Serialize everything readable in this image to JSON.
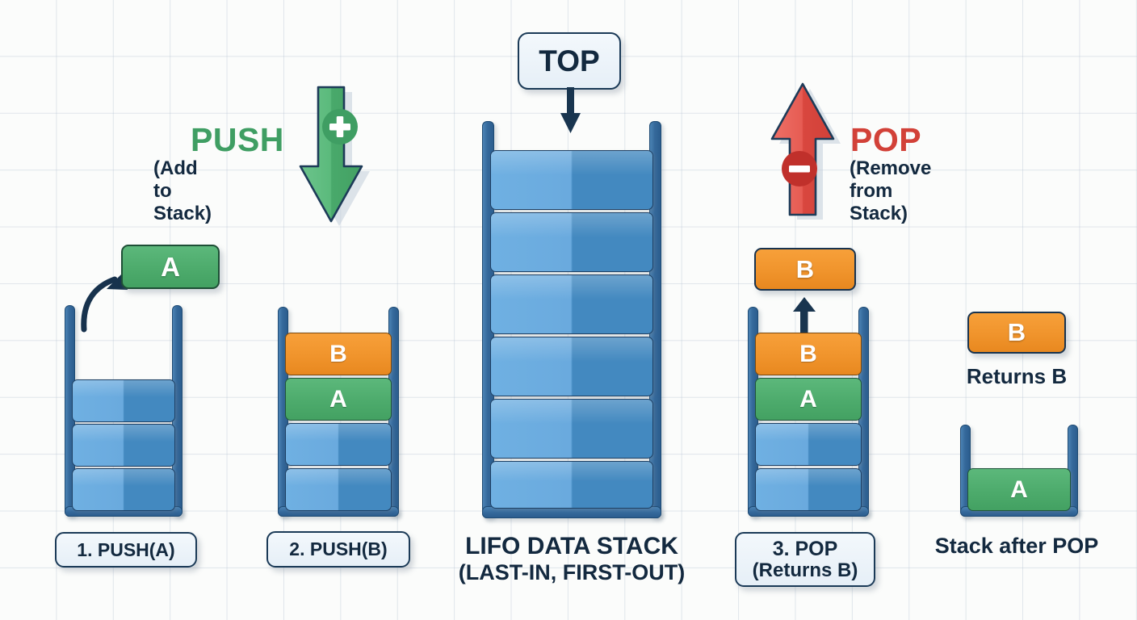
{
  "diagram": {
    "title": "LIFO DATA STACK",
    "subtitle": "(LAST-IN, FIRST-OUT)",
    "background": "#fbfcfb",
    "grid_color": "#b6c3d2"
  },
  "colors": {
    "blue_light": "#6fb0e2",
    "blue_dark": "#4389c0",
    "green": "#4dab6c",
    "orange": "#f0942c",
    "navy": "#13293f",
    "rail_blue": "#35699b",
    "push_green": "#3f9e63",
    "pop_red": "#d24138",
    "pop_badge": "#c0302b",
    "pill_fill": "#eef4f9"
  },
  "push_operation": {
    "title": "PUSH",
    "subtitle": "(Add to Stack)",
    "badge_icon": "plus-icon",
    "arrow_direction": "down",
    "arrow_color": "#5bb67f"
  },
  "pop_operation": {
    "title": "POP",
    "subtitle": "(Remove from Stack)",
    "badge_icon": "minus-icon",
    "arrow_direction": "up",
    "arrow_color": "#e0564d"
  },
  "top_pointer": {
    "label": "TOP",
    "arrow_direction": "down"
  },
  "stages": [
    {
      "id": "push-a",
      "caption": "1. PUSH(A)",
      "caption_sub": "",
      "caption_style": "pill",
      "incoming_block": {
        "label": "A",
        "color": "green"
      },
      "incoming_arrow": "curved-up-right-arrow",
      "cells": [
        {
          "label": "",
          "color": "blue"
        },
        {
          "label": "",
          "color": "blue"
        },
        {
          "label": "",
          "color": "blue"
        }
      ]
    },
    {
      "id": "push-b",
      "caption": "2. PUSH(B)",
      "caption_sub": "",
      "caption_style": "pill",
      "cells": [
        {
          "label": "B",
          "color": "orange"
        },
        {
          "label": "A",
          "color": "green"
        },
        {
          "label": "",
          "color": "blue"
        },
        {
          "label": "",
          "color": "blue"
        }
      ]
    },
    {
      "id": "lifo-main",
      "caption": "LIFO DATA STACK",
      "caption_sub": "(LAST-IN, FIRST-OUT)",
      "caption_style": "plain",
      "cells": [
        {
          "label": "",
          "color": "blue"
        },
        {
          "label": "",
          "color": "blue"
        },
        {
          "label": "",
          "color": "blue"
        },
        {
          "label": "",
          "color": "blue"
        },
        {
          "label": "",
          "color": "blue"
        },
        {
          "label": "",
          "color": "blue"
        }
      ]
    },
    {
      "id": "pop-b",
      "caption": "3. POP",
      "caption_sub": "(Returns B)",
      "caption_style": "pill",
      "outgoing_block": {
        "label": "B",
        "color": "orange"
      },
      "outgoing_arrow": "straight-up-arrow",
      "cells": [
        {
          "label": "B",
          "color": "orange"
        },
        {
          "label": "A",
          "color": "green"
        },
        {
          "label": "",
          "color": "blue"
        },
        {
          "label": "",
          "color": "blue"
        }
      ]
    },
    {
      "id": "after-pop",
      "caption": "Stack after POP",
      "caption_sub": "",
      "caption_style": "plain",
      "returned_block": {
        "label": "B",
        "color": "orange"
      },
      "returned_note": "Returns B",
      "cells": [
        {
          "label": "A",
          "color": "green"
        }
      ]
    }
  ]
}
